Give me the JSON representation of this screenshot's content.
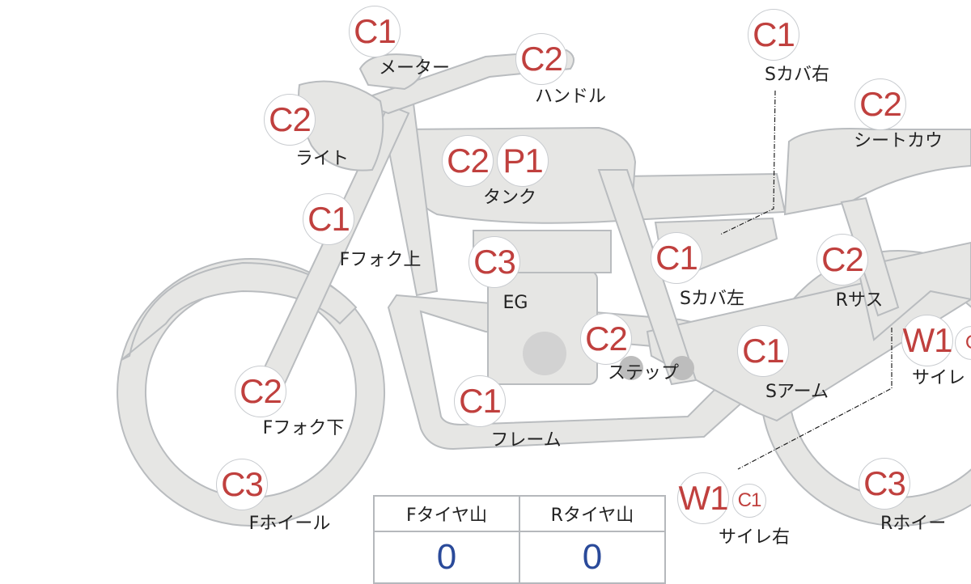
{
  "parts": [
    {
      "id": "meter",
      "label": "メーター",
      "badges": [
        "C1"
      ]
    },
    {
      "id": "handle",
      "label": "ハンドル",
      "badges": [
        "C2"
      ]
    },
    {
      "id": "side-cover-right",
      "label": "Sカバ右",
      "badges": [
        "C1"
      ]
    },
    {
      "id": "light",
      "label": "ライト",
      "badges": [
        "C2"
      ]
    },
    {
      "id": "seat-cowl",
      "label": "シートカウ",
      "badges": [
        "C2"
      ]
    },
    {
      "id": "tank",
      "label": "タンク",
      "badges": [
        "C2",
        "P1"
      ]
    },
    {
      "id": "front-fork-upper",
      "label": "Fフォク上",
      "badges": [
        "C1"
      ]
    },
    {
      "id": "engine",
      "label": "EG",
      "badges": [
        "C3"
      ]
    },
    {
      "id": "side-cover-left",
      "label": "Sカバ左",
      "badges": [
        "C1"
      ]
    },
    {
      "id": "rear-suspension",
      "label": "Rサス",
      "badges": [
        "C2"
      ]
    },
    {
      "id": "step",
      "label": "ステップ",
      "badges": [
        "C2"
      ]
    },
    {
      "id": "swing-arm",
      "label": "Sアーム",
      "badges": [
        "C1"
      ]
    },
    {
      "id": "muffler-left",
      "label": "サイレ",
      "badges": [
        "W1",
        "C"
      ]
    },
    {
      "id": "front-fork-lower",
      "label": "Fフォク下",
      "badges": [
        "C2"
      ]
    },
    {
      "id": "frame",
      "label": "フレーム",
      "badges": [
        "C1"
      ]
    },
    {
      "id": "front-wheel",
      "label": "Fホイール",
      "badges": [
        "C3"
      ]
    },
    {
      "id": "muffler-right",
      "label": "サイレ右",
      "badges": [
        "W1",
        "C1"
      ]
    },
    {
      "id": "rear-wheel",
      "label": "Rホイー",
      "badges": [
        "C3"
      ]
    }
  ],
  "tire_table": {
    "headers": [
      "Fタイヤ山",
      "Rタイヤ山"
    ],
    "values": [
      "0",
      "0"
    ]
  },
  "colors": {
    "badge_text": "#c0403e",
    "value_text": "#2a4a9a",
    "part_fill": "#e6e6e4",
    "part_stroke": "#b9bcbf"
  }
}
